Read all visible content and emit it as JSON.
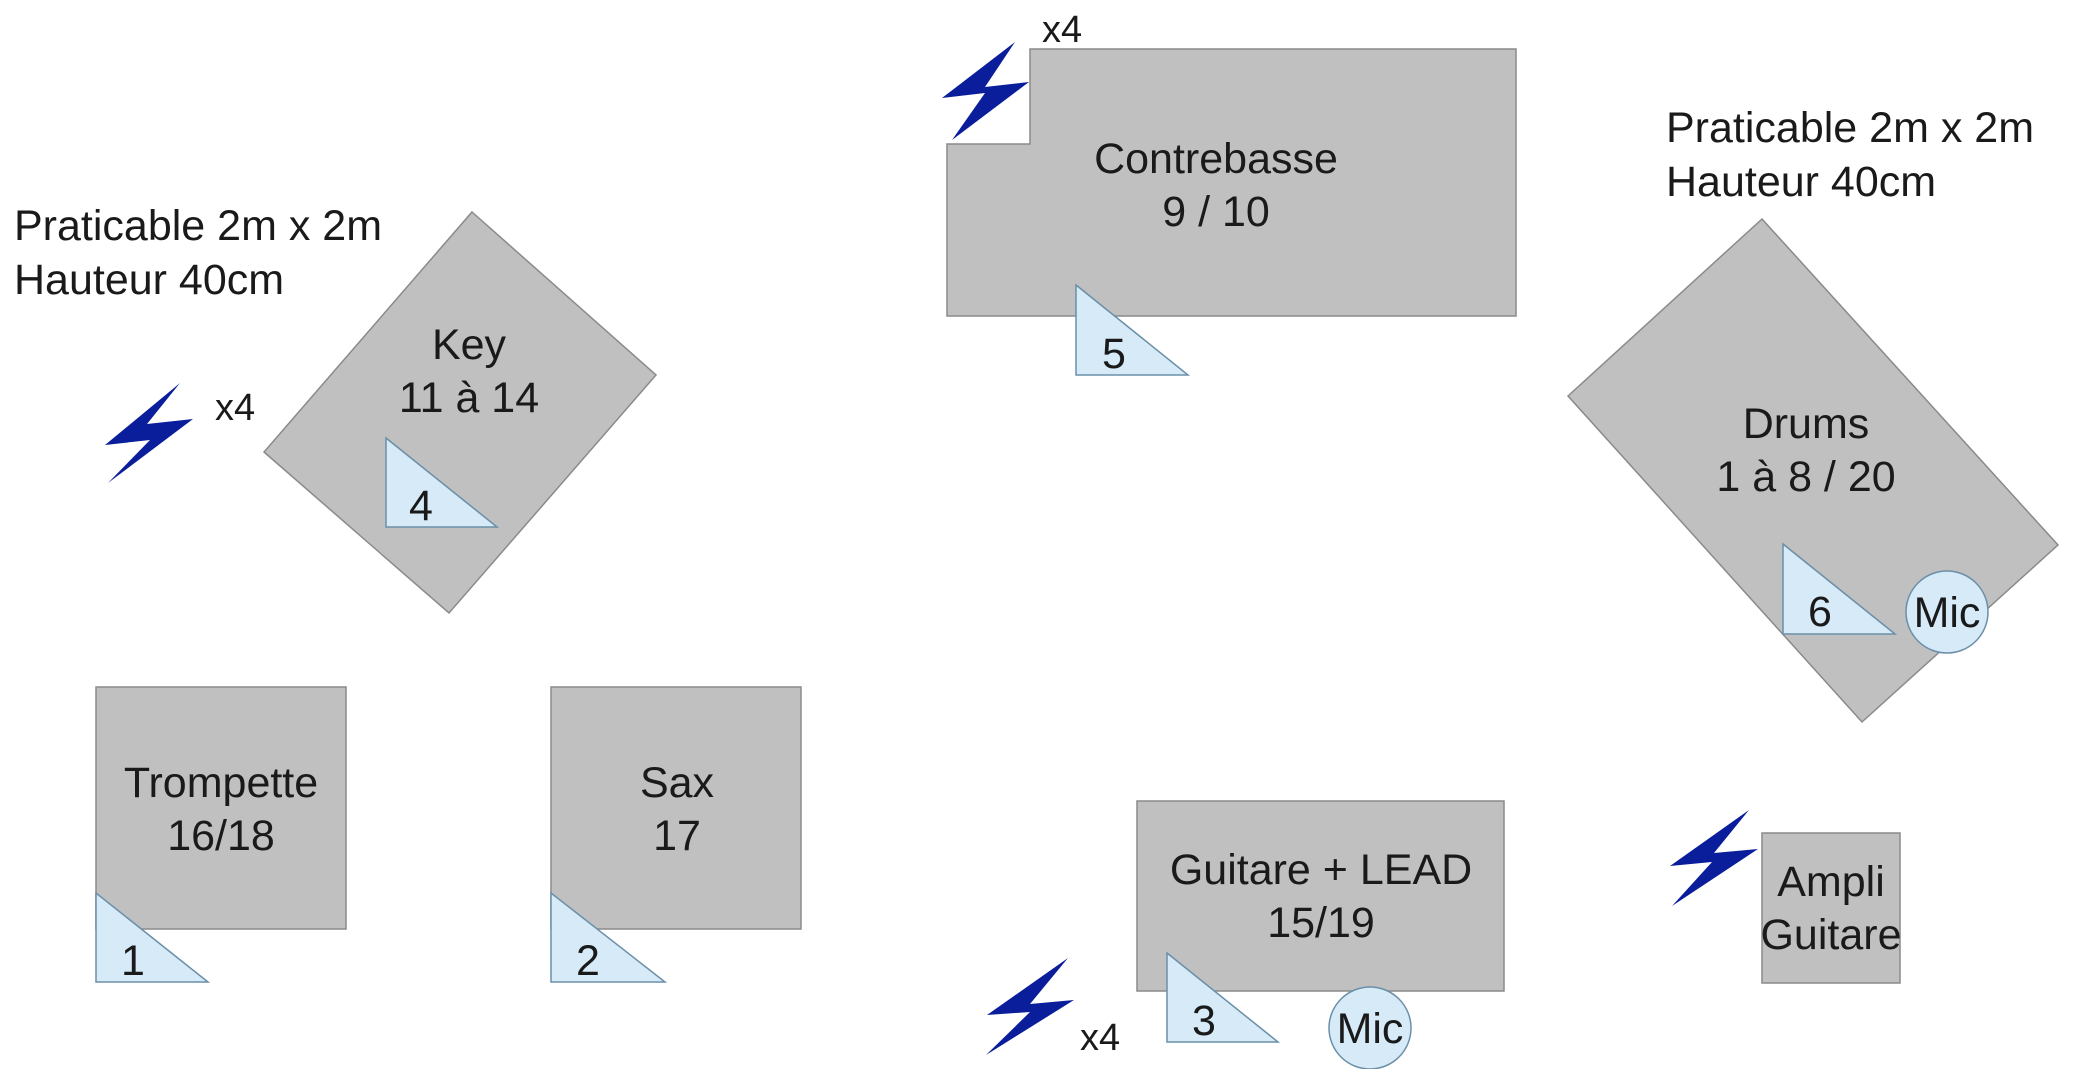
{
  "riser_left": {
    "line1": "Praticable 2m x 2m",
    "line2": "Hauteur 40cm"
  },
  "riser_right": {
    "line1": "Praticable 2m x 2m",
    "line2": "Hauteur 40cm"
  },
  "key": {
    "name": "Key",
    "channels": "11 à 14",
    "wedge": "4",
    "power": "x4"
  },
  "contrebasse": {
    "name": "Contrebasse",
    "channels": "9 / 10",
    "wedge": "5",
    "power": "x4"
  },
  "drums": {
    "name": "Drums",
    "channels": "1 à 8 / 20",
    "wedge": "6",
    "mic": "Mic"
  },
  "trompette": {
    "name": "Trompette",
    "channels": "16/18",
    "wedge": "1"
  },
  "sax": {
    "name": "Sax",
    "channels": "17",
    "wedge": "2"
  },
  "guitare": {
    "name": "Guitare + LEAD",
    "channels": "15/19",
    "wedge": "3",
    "mic": "Mic",
    "power": "x4"
  },
  "ampli": {
    "line1": "Ampli",
    "line2": "Guitare"
  },
  "colors": {
    "zone": "#c0c0c0",
    "wedge": "#d6eaf8",
    "power": "#0a1e9c"
  },
  "icons": [
    "power-bolt-icon"
  ]
}
